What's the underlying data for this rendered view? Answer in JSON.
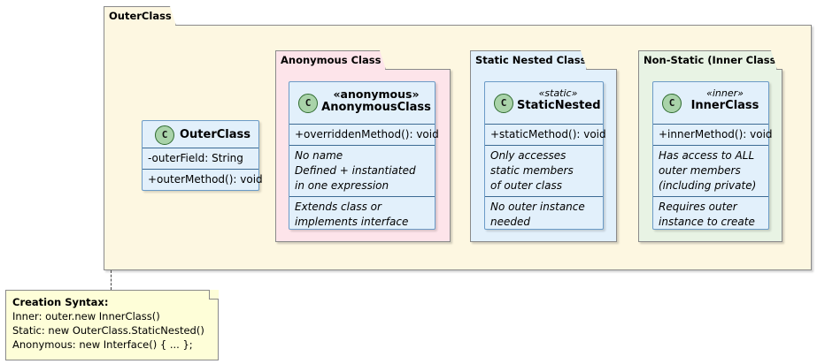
{
  "outer_package": {
    "label": "OuterClass"
  },
  "packages": {
    "anonymous": {
      "label": "Anonymous Class"
    },
    "static_nested": {
      "label": "Static Nested Class"
    },
    "inner": {
      "label": "Non-Static (Inner Class)"
    }
  },
  "classes": {
    "outer": {
      "icon": "C",
      "name": "OuterClass",
      "fields": [
        "-outerField: String"
      ],
      "methods": [
        "+outerMethod(): void"
      ]
    },
    "anonymous": {
      "icon": "C",
      "stereotype": "«anonymous»",
      "name": "AnonymousClass",
      "methods": [
        "+overriddenMethod(): void"
      ],
      "notes1": [
        "No name",
        "Defined + instantiated",
        "in one expression"
      ],
      "notes2": [
        "Extends class or",
        "implements interface"
      ]
    },
    "static_nested": {
      "icon": "C",
      "stereotype": "«static»",
      "name": "StaticNested",
      "methods": [
        "+staticMethod(): void"
      ],
      "notes1": [
        "Only accesses",
        "static members",
        "of outer class"
      ],
      "notes2": [
        "No outer instance",
        "needed"
      ]
    },
    "inner": {
      "icon": "C",
      "stereotype": "«inner»",
      "name": "InnerClass",
      "methods": [
        "+innerMethod(): void"
      ],
      "notes1": [
        "Has access to ALL",
        "outer members",
        "(including private)"
      ],
      "notes2": [
        "Requires outer",
        "instance to create"
      ]
    }
  },
  "note": {
    "title": "Creation Syntax:",
    "lines": [
      "Inner: outer.new InnerClass()",
      "Static: new OuterClass.StaticNested()",
      "Anonymous: new Interface() { ... };"
    ]
  },
  "colors": {
    "outer_package_bg": "#fdf7e1",
    "anonymous_package_bg": "#fde4ea",
    "static_package_bg": "#e2f0fb",
    "inner_package_bg": "#e8f3e4",
    "class_bg": "#e2f0fb",
    "class_border": "#6b9bc7",
    "note_bg": "#fefed8"
  }
}
